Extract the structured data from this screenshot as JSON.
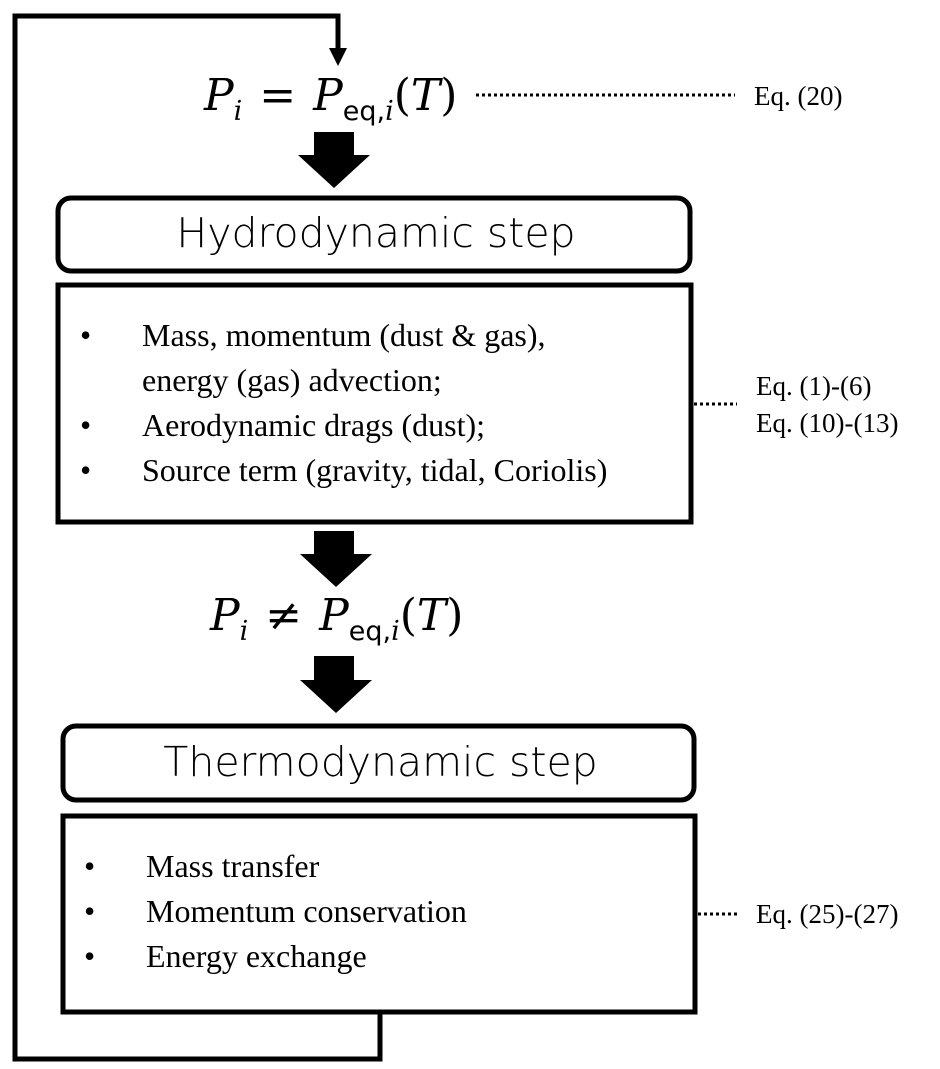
{
  "formula_top": {
    "lhs": "P",
    "lhs_sub": "i",
    "relation": "=",
    "rhs": "P",
    "rhs_sub_up": "eq,",
    "rhs_sub_it": "i",
    "arg_open": "(",
    "arg": "T",
    "arg_close": ")",
    "ref": "Eq. (20)"
  },
  "hydro": {
    "title": "Hydrodynamic step",
    "items": [
      {
        "bullet": "•",
        "text": "Mass, momentum (dust & gas),"
      },
      {
        "bullet": "",
        "text": "energy (gas) advection;"
      },
      {
        "bullet": "•",
        "text": "Aerodynamic drags (dust);"
      },
      {
        "bullet": "•",
        "text": "Source term (gravity, tidal, Coriolis)"
      }
    ],
    "ref_1": "Eq. (1)-(6)",
    "ref_2": "Eq. (10)-(13)"
  },
  "formula_mid": {
    "lhs": "P",
    "lhs_sub": "i",
    "relation": "≠",
    "rhs": "P",
    "rhs_sub_up": "eq,",
    "rhs_sub_it": "i",
    "arg_open": "(",
    "arg": "T",
    "arg_close": ")"
  },
  "thermo": {
    "title": "Thermodynamic step",
    "items": [
      {
        "bullet": "•",
        "text": "Mass transfer"
      },
      {
        "bullet": "•",
        "text": "Momentum conservation"
      },
      {
        "bullet": "•",
        "text": "Energy exchange"
      }
    ],
    "ref": "Eq. (25)-(27)"
  }
}
